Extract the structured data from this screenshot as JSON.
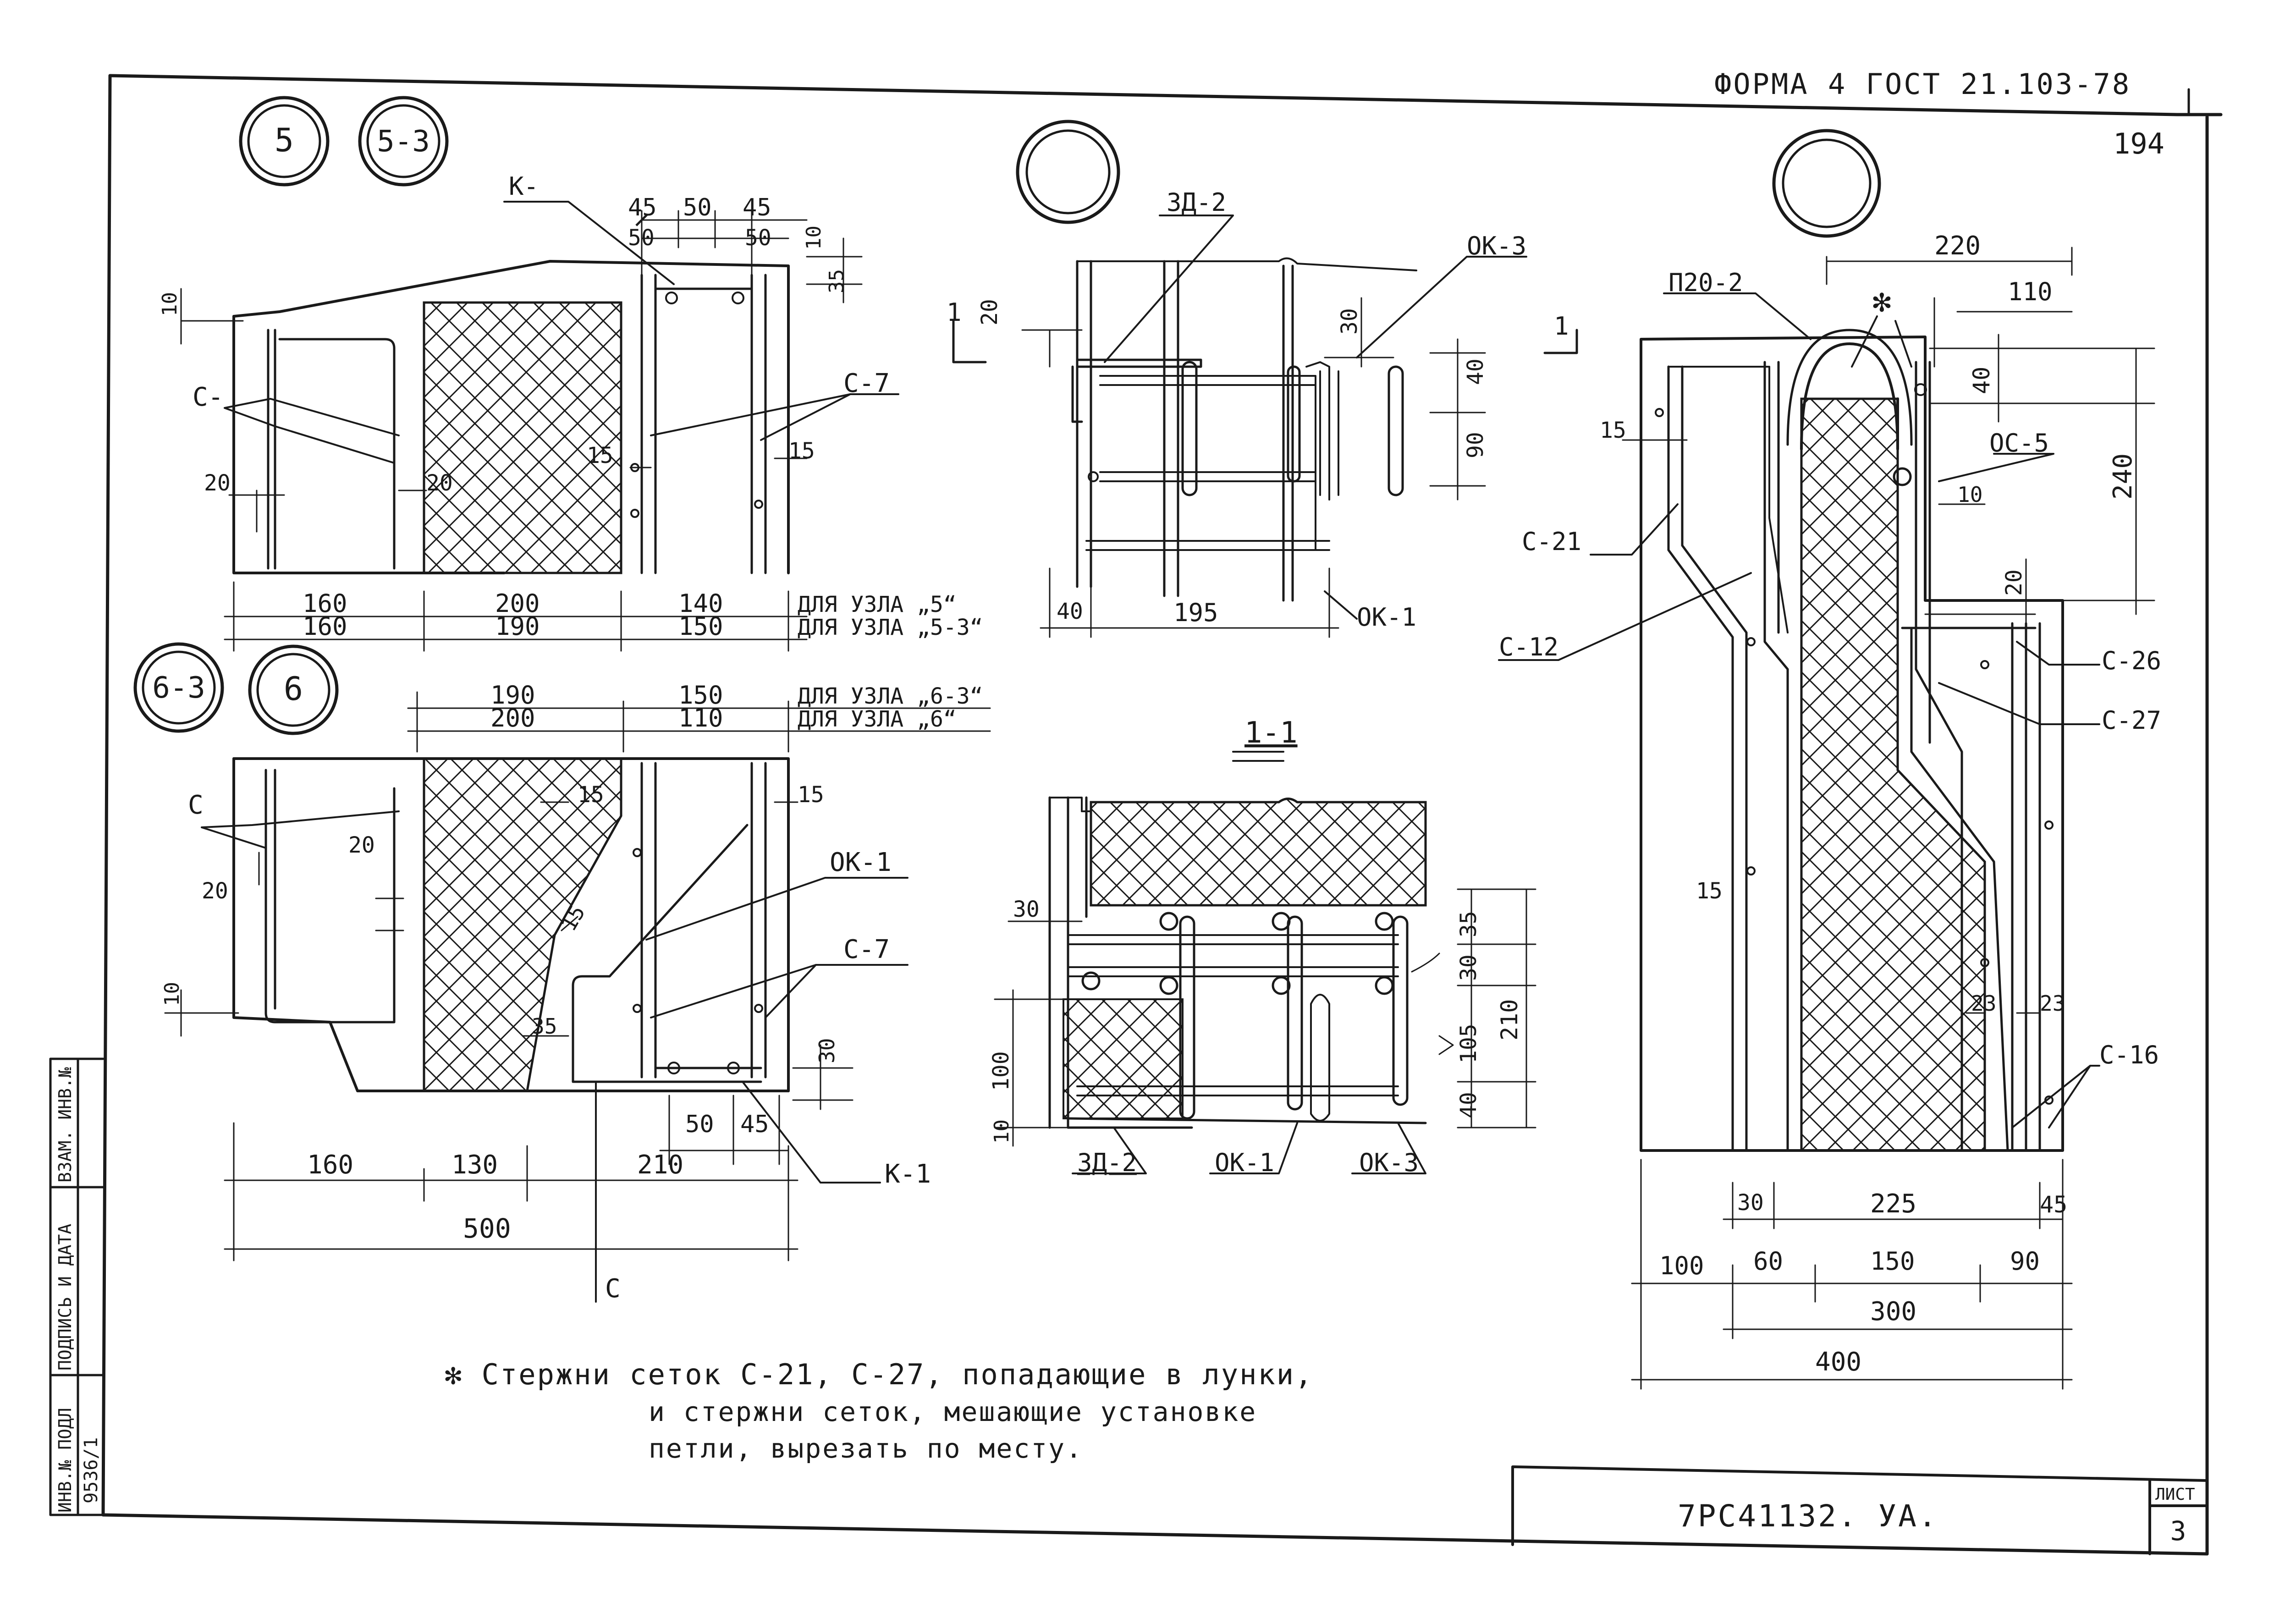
{
  "header": {
    "form": "ФОРМА 4 ГОСТ 21.103-78",
    "page_number": "194"
  },
  "nodes": {
    "n5": "5",
    "n53": "5-3",
    "n63": "6-3",
    "n6": "6"
  },
  "view_top_left": {
    "k": "К-",
    "c": "С-",
    "c7": "С-7",
    "d45a": "45",
    "d50a": "50",
    "d45b": "45",
    "d50b": "50",
    "d50c": "50",
    "d10": "10",
    "d35": "35",
    "d10l": "10",
    "d20a": "20",
    "d20b": "20",
    "d15a": "15",
    "d15b": "15",
    "row1": [
      "160",
      "200",
      "140"
    ],
    "row1_note": "ДЛЯ УЗЛА „5“",
    "row2": [
      "160",
      "190",
      "150"
    ],
    "row2_note": "ДЛЯ УЗЛА „5-3“"
  },
  "view_bottom_left": {
    "row1": [
      "190",
      "150"
    ],
    "row1_note": "ДЛЯ УЗЛА „6-3“",
    "row2": [
      "200",
      "110"
    ],
    "row2_note": "ДЛЯ УЗЛА „6“",
    "c": "С",
    "c7": "С-7",
    "ok1": "ОК-1",
    "k1": "К-1",
    "c_bottom": "С",
    "d15a": "15",
    "d15b": "15",
    "d15c": "15",
    "d20a": "20",
    "d20b": "20",
    "d10": "10",
    "d35": "35",
    "d30": "30",
    "d50": "50",
    "d45": "45",
    "dims": [
      "160",
      "130",
      "210"
    ],
    "total": "500"
  },
  "view_top_mid": {
    "zd2": "ЗД-2",
    "ok3": "ОК-3",
    "ok1": "ОК-1",
    "cut_left": "1",
    "cut_right": "1",
    "d20": "20",
    "d30": "30",
    "d40": "40",
    "d90": "90",
    "d40b": "40",
    "d195": "195"
  },
  "section_1_1": {
    "title": "1-1",
    "d30": "30",
    "d35": "35",
    "d30b": "30",
    "d105": "105",
    "d210": "210",
    "d40": "40",
    "d100": "100",
    "d10": "10",
    "zd2": "ЗД-2",
    "ok1": "ОК-1",
    "ok3": "ОК-3"
  },
  "view_right": {
    "p20": "П20-2",
    "asterisk": "✻",
    "oc5": "ОС-5",
    "c21": "С-21",
    "c12": "С-12",
    "c26": "С-26",
    "c27": "С-27",
    "c16": "С-16",
    "d220": "220",
    "d110": "110",
    "d40": "40",
    "d240": "240",
    "d10": "10",
    "d20": "20",
    "d15a": "15",
    "d15b": "15",
    "d23a": "23",
    "d23b": "23",
    "d30": "30",
    "d225": "225",
    "d45": "45",
    "d100": "100",
    "d60": "60",
    "d150": "150",
    "d90": "90",
    "d300": "300",
    "d400": "400"
  },
  "note": {
    "line1": "✻ Стержни сеток С-21, С-27, попадающие в лунки,",
    "line2": "и стержни сеток, мешающие установке",
    "line3": "петли, вырезать по месту."
  },
  "side_stamp": {
    "col1": "ИНВ.№ ПОДЛ",
    "col2": "ПОДПИСЬ И ДАТА",
    "col3": "ВЗАМ. ИНВ.№",
    "value": "9536/1"
  },
  "title_block": {
    "code": "7РС41132. УА.",
    "sheet_label": "ЛИСТ",
    "sheet": "3"
  }
}
